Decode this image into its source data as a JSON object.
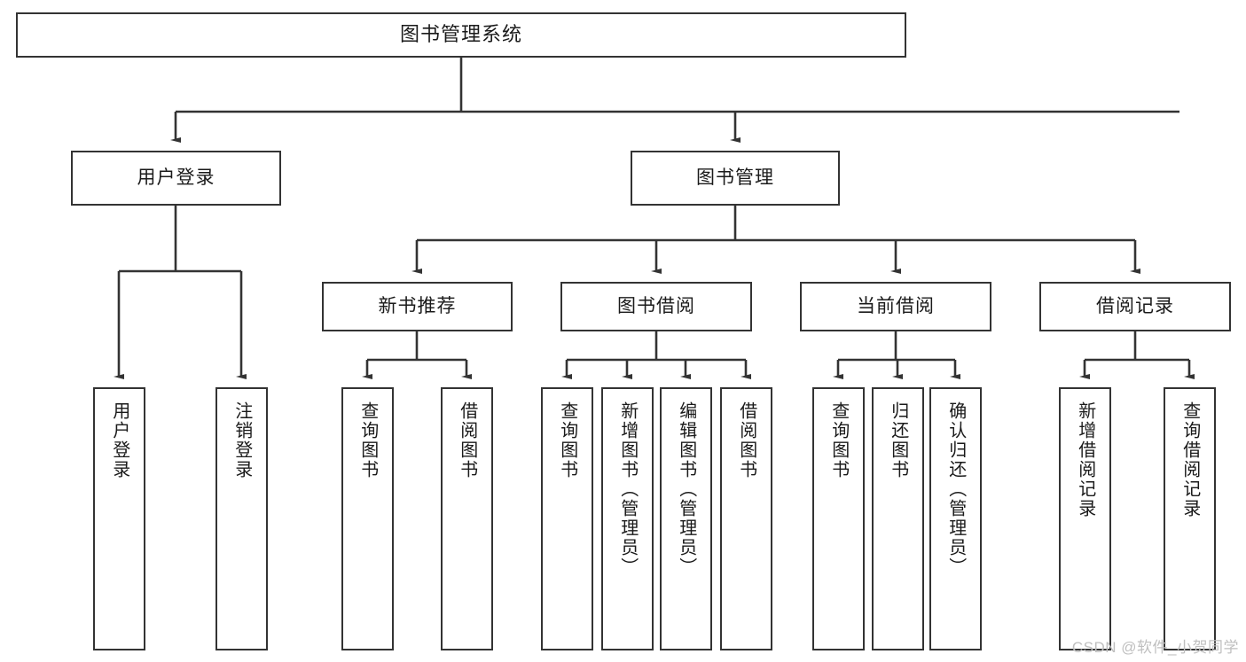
{
  "diagram": {
    "title": "图书管理系统",
    "type": "function-hierarchy-tree",
    "levels": {
      "root": {
        "label": "图书管理系统"
      },
      "level2": [
        {
          "id": "user-login",
          "label": "用户登录"
        },
        {
          "id": "book-manage",
          "label": "图书管理"
        }
      ],
      "level3": [
        {
          "id": "new-book-rec",
          "label": "新书推荐",
          "parent": "book-manage"
        },
        {
          "id": "book-borrow",
          "label": "图书借阅",
          "parent": "book-manage"
        },
        {
          "id": "current-borrow",
          "label": "当前借阅",
          "parent": "book-manage"
        },
        {
          "id": "borrow-record",
          "label": "借阅记录",
          "parent": "book-manage"
        }
      ],
      "leaves": [
        {
          "id": "leaf-user-login",
          "label": "用户登录",
          "parent": "user-login"
        },
        {
          "id": "leaf-logout",
          "label": "注销登录",
          "parent": "user-login"
        },
        {
          "id": "leaf-query-book-1",
          "label": "查询图书",
          "parent": "new-book-rec"
        },
        {
          "id": "leaf-borrow-book-1",
          "label": "借阅图书",
          "parent": "new-book-rec"
        },
        {
          "id": "leaf-query-book-2",
          "label": "查询图书",
          "parent": "book-borrow"
        },
        {
          "id": "leaf-add-book",
          "label": "新增图书（管理员）",
          "parent": "book-borrow"
        },
        {
          "id": "leaf-edit-book",
          "label": "编辑图书（管理员）",
          "parent": "book-borrow"
        },
        {
          "id": "leaf-borrow-book-2",
          "label": "借阅图书",
          "parent": "book-borrow"
        },
        {
          "id": "leaf-query-book-3",
          "label": "查询图书",
          "parent": "current-borrow"
        },
        {
          "id": "leaf-return-book",
          "label": "归还图书",
          "parent": "current-borrow"
        },
        {
          "id": "leaf-confirm-return",
          "label": "确认归还（管理员）",
          "parent": "current-borrow"
        },
        {
          "id": "leaf-add-record",
          "label": "新增借阅记录",
          "parent": "borrow-record"
        },
        {
          "id": "leaf-query-record",
          "label": "查询借阅记录",
          "parent": "borrow-record"
        }
      ]
    }
  },
  "watermark": {
    "text": "CSDN @软件_小贺同学"
  },
  "colors": {
    "stroke": "#333333",
    "fill": "#ffffff",
    "text": "#1a1a1a",
    "watermark": "#bfbfbf"
  }
}
